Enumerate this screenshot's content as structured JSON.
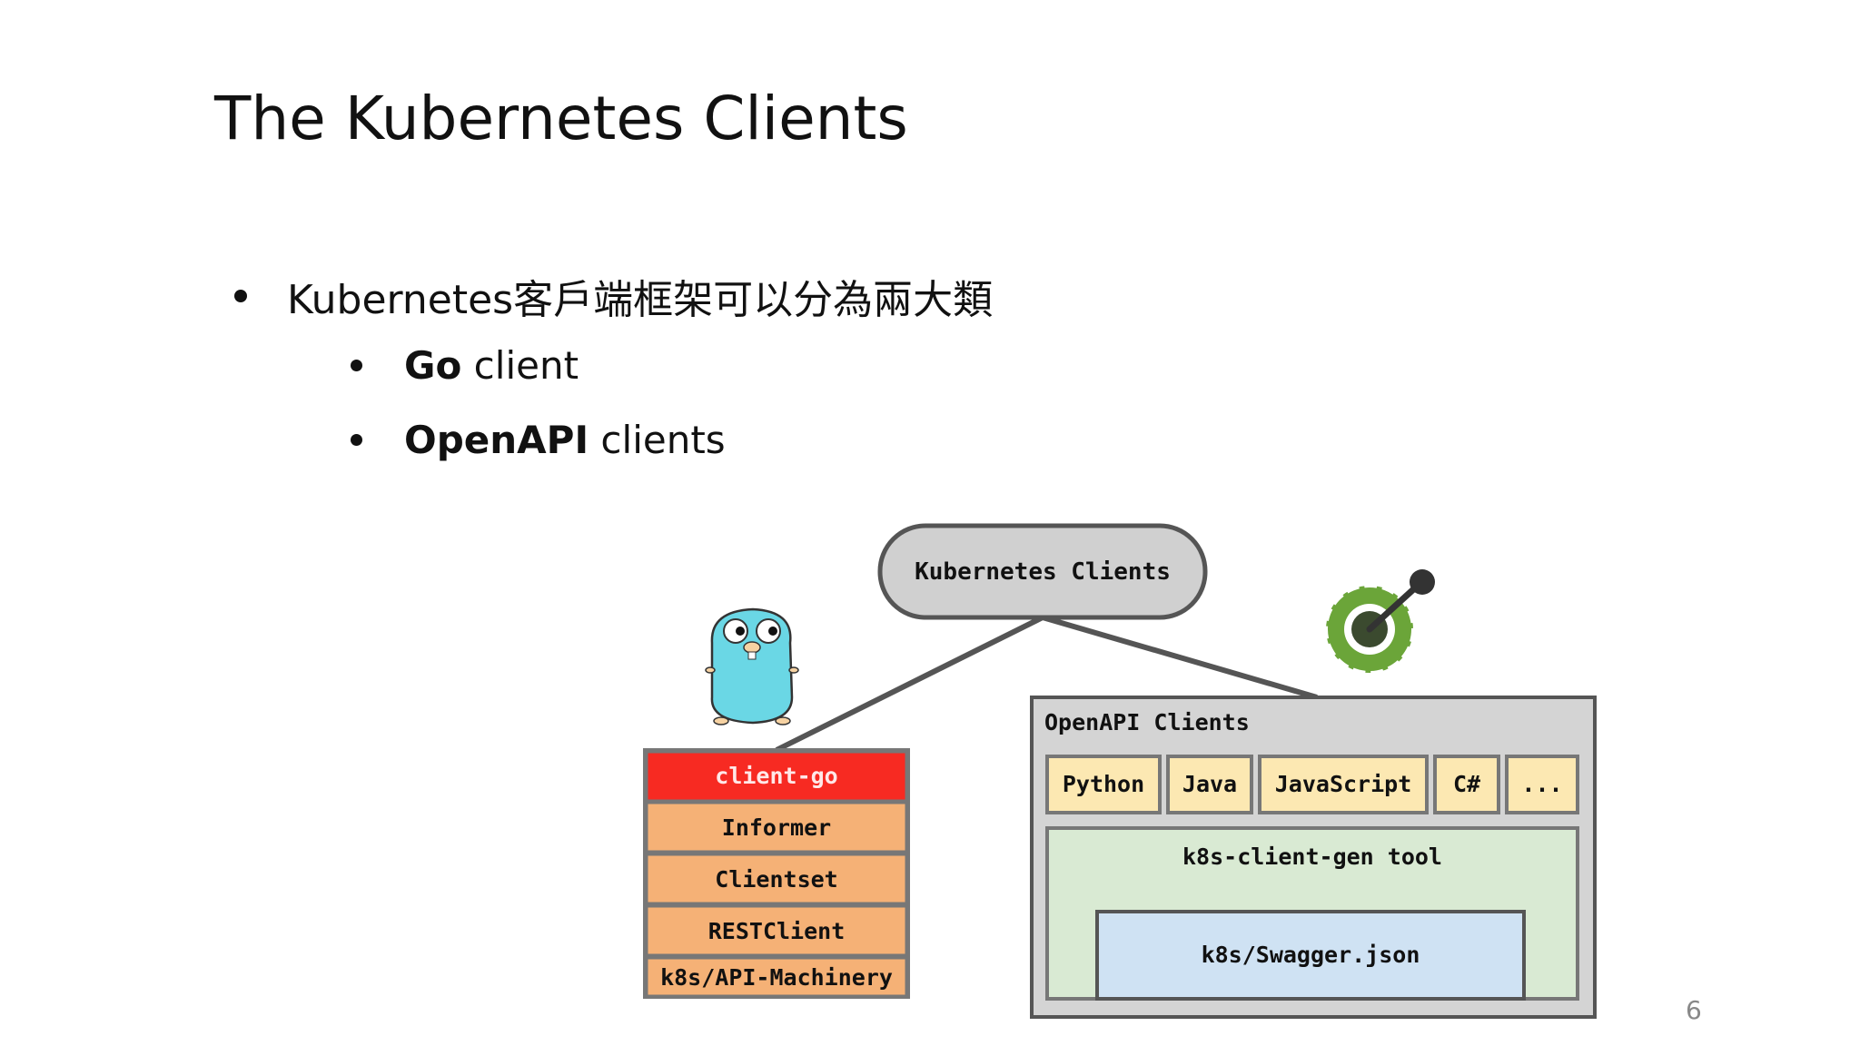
{
  "slide": {
    "title": "The Kubernetes Clients",
    "page_number": "6"
  },
  "bullets": {
    "main": "Kubernetes客戶端框架可以分為兩大類",
    "sub": [
      {
        "bold": "Go",
        "rest": " client"
      },
      {
        "bold": "OpenAPI",
        "rest": " clients"
      }
    ]
  },
  "diagram": {
    "root_label": "Kubernetes Clients",
    "go_stack": {
      "header": "client-go",
      "layers": [
        "Informer",
        "Clientset",
        "RESTClient",
        "k8s/API-Machinery"
      ]
    },
    "openapi": {
      "title": "OpenAPI Clients",
      "languages": [
        "Python",
        "Java",
        "JavaScript",
        "C#",
        "..."
      ],
      "generator": "k8s-client-gen tool",
      "spec": "k8s/Swagger.json"
    },
    "icons": {
      "gopher": "go-gopher-icon",
      "openapi": "openapi-logo-icon"
    },
    "colors": {
      "client_go_header": "#f72a22",
      "go_layer": "#f5b176",
      "openapi_box": "#d4d4d4",
      "language_box": "#fce8b2",
      "generator_box": "#d9ead3",
      "spec_box": "#cfe2f3",
      "gopher": "#6ad7e5",
      "openapi_green": "#6ba539"
    }
  }
}
